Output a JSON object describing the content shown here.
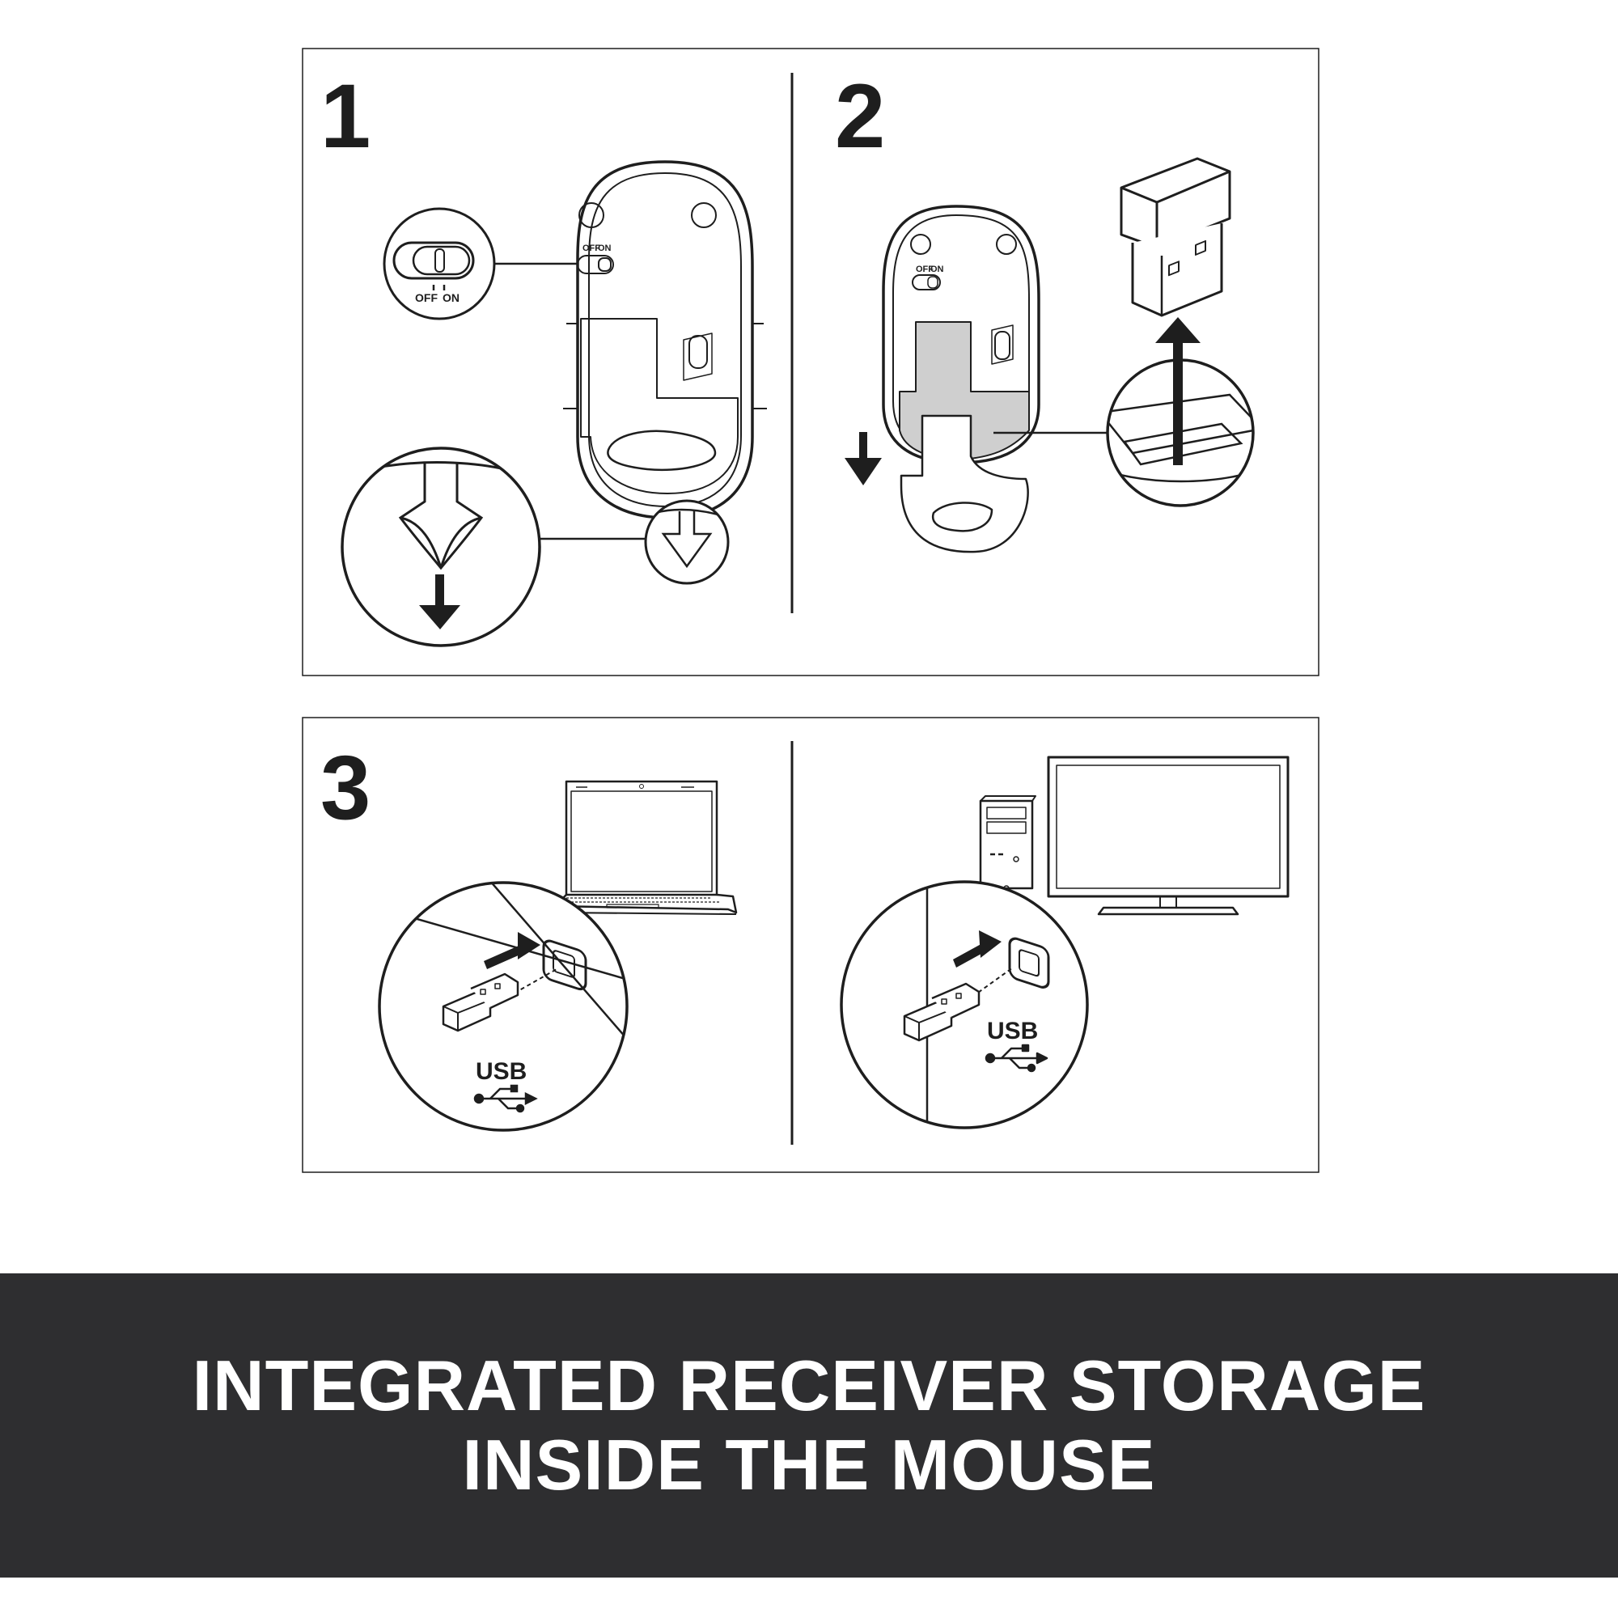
{
  "steps": [
    {
      "number": "1",
      "switch_labels": {
        "off": "OFF",
        "on": "ON"
      }
    },
    {
      "number": "2",
      "switch_labels": {
        "off": "OFF",
        "on": "ON"
      }
    },
    {
      "number": "3"
    }
  ],
  "port_labels": {
    "usb_laptop": "USB",
    "usb_desktop": "USB"
  },
  "icons": [
    "mouse-underside-icon",
    "power-switch-icon",
    "arrow-down-icon",
    "arrow-up-icon",
    "usb-receiver-icon",
    "laptop-icon",
    "desktop-tower-icon",
    "monitor-icon",
    "usb-symbol-icon"
  ],
  "banner": {
    "line1": "INTEGRATED RECEIVER STORAGE",
    "line2": "INSIDE THE MOUSE"
  },
  "colors": {
    "banner_bg": "#2e2e30",
    "banner_text": "#ffffff",
    "ink": "#1e1e1e",
    "shade": "#cfcfcf"
  }
}
